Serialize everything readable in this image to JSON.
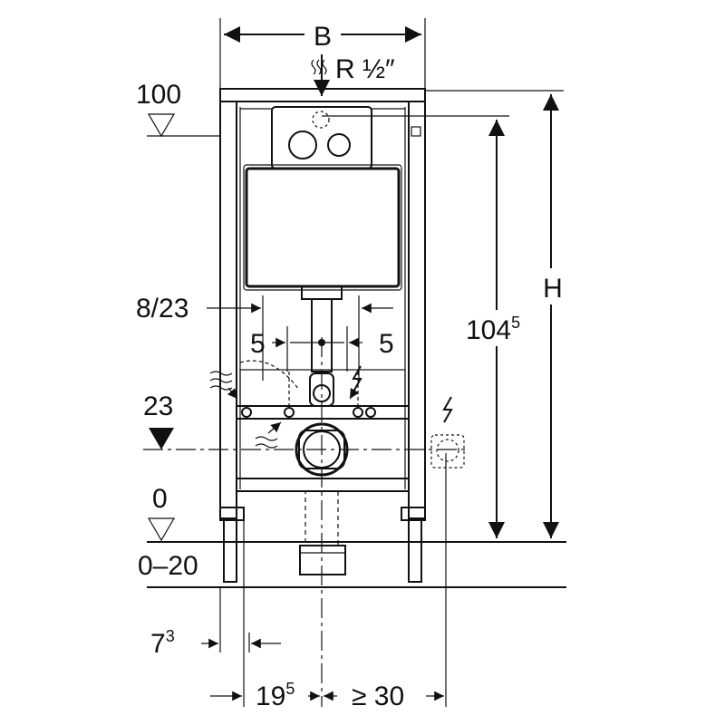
{
  "dimensions": {
    "width_label": "B",
    "height_label": "H",
    "supply_label": "R ½″",
    "level_100": "100",
    "level_23": "23",
    "level_0": "0",
    "floor_range": "0–20",
    "spacing_8_23": "8/23",
    "offset_left_5": "5",
    "offset_right_5": "5",
    "height_104": {
      "base": "104",
      "sup": "5"
    },
    "dim_7": {
      "base": "7",
      "sup": "3"
    },
    "dim_19": {
      "base": "19",
      "sup": "5"
    },
    "dim_30": "≥ 30"
  },
  "icons": [
    "water-supply-icon",
    "electric-icon",
    "wastewater-icon"
  ]
}
